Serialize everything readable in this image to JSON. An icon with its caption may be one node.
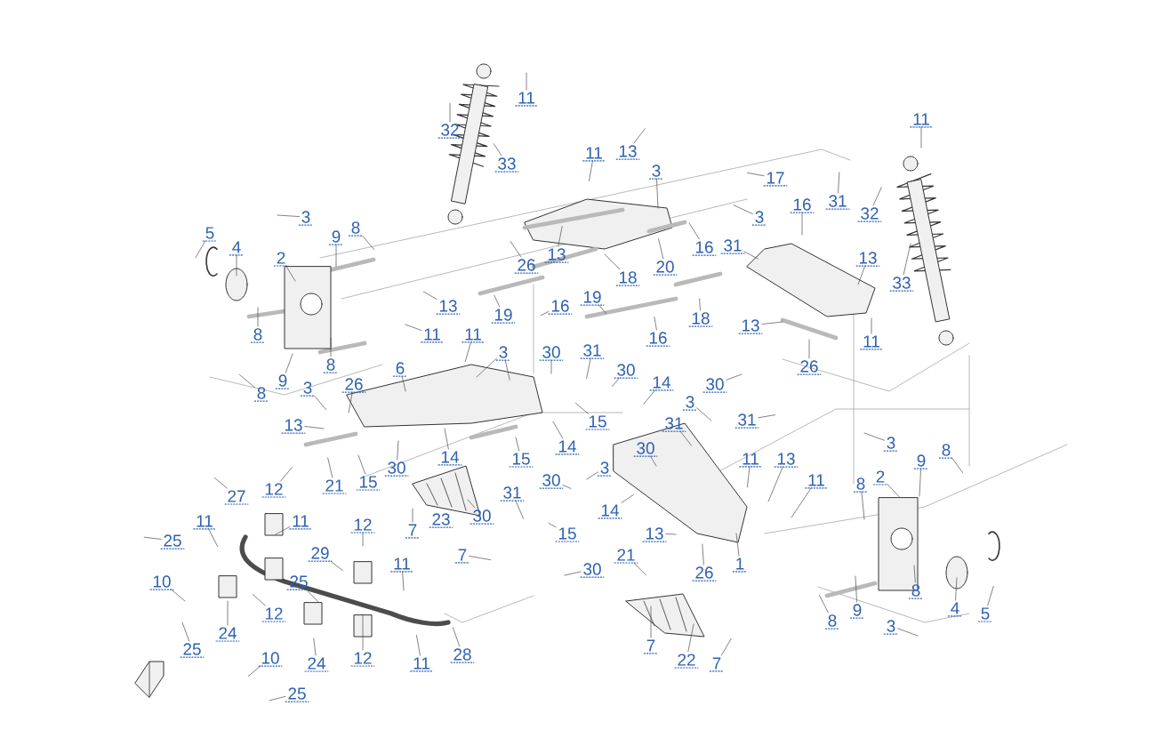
{
  "diagram": {
    "nodes": [
      {
        "text": [
          "11"
        ]
      },
      {
        "text": [
          "11"
        ]
      },
      {
        "text": [
          "32"
        ]
      },
      {
        "text": [
          "11"
        ]
      },
      {
        "text": [
          "13"
        ]
      },
      {
        "text": [
          "33"
        ]
      },
      {
        "text": [
          "3"
        ]
      },
      {
        "text": [
          "17"
        ]
      },
      {
        "text": [
          "31"
        ]
      },
      {
        "text": [
          "16"
        ]
      },
      {
        "text": [
          "32"
        ]
      },
      {
        "text": [
          "3"
        ]
      },
      {
        "text": [
          "3"
        ]
      },
      {
        "text": [
          "8"
        ]
      },
      {
        "text": [
          "5"
        ]
      },
      {
        "text": [
          "9"
        ]
      },
      {
        "text": [
          "31"
        ]
      },
      {
        "text": [
          "4"
        ]
      },
      {
        "text": [
          "16"
        ]
      },
      {
        "text": [
          "2"
        ]
      },
      {
        "text": [
          "13"
        ]
      },
      {
        "text": [
          "13"
        ]
      },
      {
        "text": [
          "26"
        ]
      },
      {
        "text": [
          "20"
        ]
      },
      {
        "text": [
          "18"
        ]
      },
      {
        "text": [
          "33"
        ]
      },
      {
        "text": [
          "19"
        ]
      },
      {
        "text": [
          "16"
        ]
      },
      {
        "text": [
          "13"
        ]
      },
      {
        "text": [
          "19"
        ]
      },
      {
        "text": [
          "18"
        ]
      },
      {
        "text": [
          "13"
        ]
      },
      {
        "text": [
          "8"
        ]
      },
      {
        "text": [
          "11"
        ]
      },
      {
        "text": [
          "11"
        ]
      },
      {
        "text": [
          "16"
        ]
      },
      {
        "text": [
          "11"
        ]
      },
      {
        "text": [
          "3"
        ]
      },
      {
        "text": [
          "30"
        ]
      },
      {
        "text": [
          "31"
        ]
      },
      {
        "text": [
          "8"
        ]
      },
      {
        "text": [
          "26"
        ]
      },
      {
        "text": [
          "6"
        ]
      },
      {
        "text": [
          "30"
        ]
      },
      {
        "text": [
          "9"
        ]
      },
      {
        "text": [
          "26"
        ]
      },
      {
        "text": [
          "14"
        ]
      },
      {
        "text": [
          "30"
        ]
      },
      {
        "text": [
          "3"
        ]
      },
      {
        "text": [
          "8"
        ]
      },
      {
        "text": [
          "3"
        ]
      },
      {
        "text": [
          "15"
        ]
      },
      {
        "text": [
          "31"
        ]
      },
      {
        "text": [
          "31"
        ]
      },
      {
        "text": [
          "13"
        ]
      },
      {
        "text": [
          "3"
        ]
      },
      {
        "text": [
          "14"
        ]
      },
      {
        "text": [
          "30"
        ]
      },
      {
        "text": [
          "8"
        ]
      },
      {
        "text": [
          "14"
        ]
      },
      {
        "text": [
          "15"
        ]
      },
      {
        "text": [
          "11"
        ]
      },
      {
        "text": [
          "13"
        ]
      },
      {
        "text": [
          "9"
        ]
      },
      {
        "text": [
          "30"
        ]
      },
      {
        "text": [
          "3"
        ]
      },
      {
        "text": [
          "2"
        ]
      },
      {
        "text": [
          "11"
        ]
      },
      {
        "text": [
          "30"
        ]
      },
      {
        "text": [
          "15"
        ]
      },
      {
        "text": [
          "8"
        ]
      },
      {
        "text": [
          "21"
        ]
      },
      {
        "text": [
          "31"
        ]
      },
      {
        "text": [
          "12"
        ]
      },
      {
        "text": [
          "27"
        ]
      },
      {
        "text": [
          "14"
        ]
      },
      {
        "text": [
          "30"
        ]
      },
      {
        "text": [
          "11"
        ]
      },
      {
        "text": [
          "11"
        ]
      },
      {
        "text": [
          "12"
        ]
      },
      {
        "text": [
          "7"
        ]
      },
      {
        "text": [
          "15"
        ]
      },
      {
        "text": [
          "13"
        ]
      },
      {
        "text": [
          "25"
        ]
      },
      {
        "text": [
          "29"
        ]
      },
      {
        "text": [
          "21"
        ]
      },
      {
        "text": [
          "7"
        ]
      },
      {
        "text": [
          "11"
        ]
      },
      {
        "text": [
          "1"
        ]
      },
      {
        "text": [
          "30"
        ]
      },
      {
        "text": [
          "26"
        ]
      },
      {
        "text": [
          "10"
        ]
      },
      {
        "text": [
          "25"
        ]
      },
      {
        "text": [
          "8"
        ]
      },
      {
        "text": [
          "4"
        ]
      },
      {
        "text": [
          "9"
        ]
      },
      {
        "text": [
          "5"
        ]
      },
      {
        "text": [
          "12"
        ]
      },
      {
        "text": [
          "8"
        ]
      },
      {
        "text": [
          "3"
        ]
      },
      {
        "text": [
          "24"
        ]
      },
      {
        "text": [
          "7"
        ]
      },
      {
        "text": [
          "25"
        ]
      },
      {
        "text": [
          "28"
        ]
      },
      {
        "text": [
          "12"
        ]
      },
      {
        "text": [
          "10"
        ]
      },
      {
        "text": [
          "22"
        ]
      },
      {
        "text": [
          "7"
        ]
      },
      {
        "text": [
          "24"
        ]
      },
      {
        "text": [
          "11"
        ]
      },
      {
        "text": [
          "25"
        ]
      }
    ],
    "edges": [
      {
        "from": 0,
        "to": null,
        "arrow": "none"
      },
      {
        "from": 1,
        "to": null,
        "arrow": "none"
      },
      {
        "from": 2,
        "to": null,
        "arrow": "none"
      },
      {
        "from": 3,
        "to": null,
        "arrow": "none"
      },
      {
        "from": 4,
        "to": null,
        "arrow": "none"
      },
      {
        "from": 5,
        "to": null,
        "arrow": "none"
      },
      {
        "from": 6,
        "to": null,
        "arrow": "none"
      },
      {
        "from": 7,
        "to": null,
        "arrow": "none"
      },
      {
        "from": 8,
        "to": null,
        "arrow": "none"
      },
      {
        "from": 9,
        "to": null,
        "arrow": "none"
      },
      {
        "from": 10,
        "to": null,
        "arrow": "none"
      },
      {
        "from": 11,
        "to": null,
        "arrow": "none"
      },
      {
        "from": 12,
        "to": null,
        "arrow": "none"
      },
      {
        "from": 13,
        "to": null,
        "arrow": "none"
      },
      {
        "from": 14,
        "to": null,
        "arrow": "none"
      },
      {
        "from": 15,
        "to": null,
        "arrow": "none"
      },
      {
        "from": 16,
        "to": null,
        "arrow": "none"
      },
      {
        "from": 17,
        "to": null,
        "arrow": "none"
      },
      {
        "from": 18,
        "to": null,
        "arrow": "none"
      },
      {
        "from": 19,
        "to": null,
        "arrow": "none"
      },
      {
        "from": 20,
        "to": null,
        "arrow": "none"
      },
      {
        "from": 21,
        "to": null,
        "arrow": "none"
      },
      {
        "from": 22,
        "to": null,
        "arrow": "none"
      },
      {
        "from": 23,
        "to": null,
        "arrow": "none"
      },
      {
        "from": 24,
        "to": null,
        "arrow": "none"
      },
      {
        "from": 25,
        "to": null,
        "arrow": "none"
      },
      {
        "from": 26,
        "to": null,
        "arrow": "none"
      },
      {
        "from": 27,
        "to": null,
        "arrow": "none"
      },
      {
        "from": 28,
        "to": null,
        "arrow": "none"
      },
      {
        "from": 29,
        "to": null,
        "arrow": "none"
      },
      {
        "from": 30,
        "to": null,
        "arrow": "none"
      },
      {
        "from": 31,
        "to": null,
        "arrow": "none"
      },
      {
        "from": 32,
        "to": null,
        "arrow": "none"
      },
      {
        "from": 33,
        "to": null,
        "arrow": "none"
      },
      {
        "from": 34,
        "to": null,
        "arrow": "none"
      },
      {
        "from": 35,
        "to": null,
        "arrow": "none"
      },
      {
        "from": 36,
        "to": null,
        "arrow": "none"
      },
      {
        "from": 37,
        "to": null,
        "arrow": "none"
      },
      {
        "from": 37,
        "to": null,
        "arrow": "none"
      },
      {
        "from": 38,
        "to": null,
        "arrow": "none"
      },
      {
        "from": 39,
        "to": null,
        "arrow": "none"
      },
      {
        "from": 40,
        "to": null,
        "arrow": "none"
      },
      {
        "from": 41,
        "to": null,
        "arrow": "none"
      },
      {
        "from": 42,
        "to": null,
        "arrow": "none"
      },
      {
        "from": 43,
        "to": null,
        "arrow": "none"
      },
      {
        "from": 44,
        "to": null,
        "arrow": "none"
      },
      {
        "from": 45,
        "to": null,
        "arrow": "none"
      },
      {
        "from": 46,
        "to": null,
        "arrow": "none"
      },
      {
        "from": 47,
        "to": null,
        "arrow": "none"
      },
      {
        "from": 48,
        "to": null,
        "arrow": "none"
      },
      {
        "from": 49,
        "to": null,
        "arrow": "none"
      },
      {
        "from": 50,
        "to": null,
        "arrow": "none"
      },
      {
        "from": 51,
        "to": null,
        "arrow": "none"
      },
      {
        "from": 52,
        "to": null,
        "arrow": "none"
      },
      {
        "from": 53,
        "to": null,
        "arrow": "none"
      },
      {
        "from": 54,
        "to": null,
        "arrow": "none"
      },
      {
        "from": 55,
        "to": null,
        "arrow": "none"
      },
      {
        "from": 56,
        "to": null,
        "arrow": "none"
      },
      {
        "from": 57,
        "to": null,
        "arrow": "none"
      },
      {
        "from": 58,
        "to": null,
        "arrow": "none"
      },
      {
        "from": 59,
        "to": null,
        "arrow": "none"
      },
      {
        "from": 60,
        "to": null,
        "arrow": "none"
      },
      {
        "from": 61,
        "to": null,
        "arrow": "none"
      },
      {
        "from": 62,
        "to": null,
        "arrow": "none"
      },
      {
        "from": 63,
        "to": null,
        "arrow": "none"
      },
      {
        "from": 64,
        "to": null,
        "arrow": "none"
      },
      {
        "from": 65,
        "to": null,
        "arrow": "none"
      },
      {
        "from": 66,
        "to": null,
        "arrow": "none"
      },
      {
        "from": 67,
        "to": null,
        "arrow": "none"
      },
      {
        "from": 68,
        "to": null,
        "arrow": "none"
      },
      {
        "from": 69,
        "to": null,
        "arrow": "none"
      },
      {
        "from": 70,
        "to": null,
        "arrow": "none"
      },
      {
        "from": 71,
        "to": null,
        "arrow": "none"
      },
      {
        "from": 72,
        "to": null,
        "arrow": "none"
      },
      {
        "from": 73,
        "to": null,
        "arrow": "none"
      },
      {
        "from": 74,
        "to": null,
        "arrow": "none"
      },
      {
        "from": 75,
        "to": null,
        "arrow": "none"
      },
      {
        "from": 76,
        "to": null,
        "arrow": "none"
      },
      {
        "from": 77,
        "to": null,
        "arrow": "none"
      },
      {
        "from": 78,
        "to": null,
        "arrow": "none"
      },
      {
        "from": 79,
        "to": null,
        "arrow": "none"
      },
      {
        "from": 80,
        "to": null,
        "arrow": "none"
      },
      {
        "from": 81,
        "to": null,
        "arrow": "none"
      },
      {
        "from": 82,
        "to": null,
        "arrow": "none"
      },
      {
        "from": 83,
        "to": null,
        "arrow": "none"
      },
      {
        "from": 84,
        "to": null,
        "arrow": "none"
      },
      {
        "from": 85,
        "to": null,
        "arrow": "none"
      },
      {
        "from": 86,
        "to": null,
        "arrow": "none"
      },
      {
        "from": 87,
        "to": null,
        "arrow": "none"
      },
      {
        "from": 88,
        "to": null,
        "arrow": "none"
      },
      {
        "from": 89,
        "to": null,
        "arrow": "none"
      },
      {
        "from": 90,
        "to": null,
        "arrow": "none"
      },
      {
        "from": 91,
        "to": null,
        "arrow": "none"
      },
      {
        "from": 92,
        "to": null,
        "arrow": "none"
      },
      {
        "from": 93,
        "to": null,
        "arrow": "none"
      },
      {
        "from": 94,
        "to": null,
        "arrow": "none"
      },
      {
        "from": 95,
        "to": null,
        "arrow": "none"
      },
      {
        "from": 96,
        "to": null,
        "arrow": "none"
      },
      {
        "from": 97,
        "to": null,
        "arrow": "none"
      },
      {
        "from": 98,
        "to": null,
        "arrow": "none"
      },
      {
        "from": 99,
        "to": null,
        "arrow": "none"
      },
      {
        "from": 100,
        "to": null,
        "arrow": "none"
      },
      {
        "from": 101,
        "to": null,
        "arrow": "none"
      },
      {
        "from": 102,
        "to": null,
        "arrow": "none"
      },
      {
        "from": 103,
        "to": null,
        "arrow": "none"
      },
      {
        "from": 104,
        "to": null,
        "arrow": "none"
      },
      {
        "from": 105,
        "to": null,
        "arrow": "none"
      },
      {
        "from": 106,
        "to": null,
        "arrow": "none"
      },
      {
        "from": 107,
        "to": null,
        "arrow": "none"
      },
      {
        "from": 108,
        "to": null,
        "arrow": "none"
      },
      {
        "from": 109,
        "to": null,
        "arrow": "none"
      },
      {
        "from": 110,
        "to": null,
        "arrow": "none"
      }
    ],
    "labels": [
      "23"
    ]
  }
}
